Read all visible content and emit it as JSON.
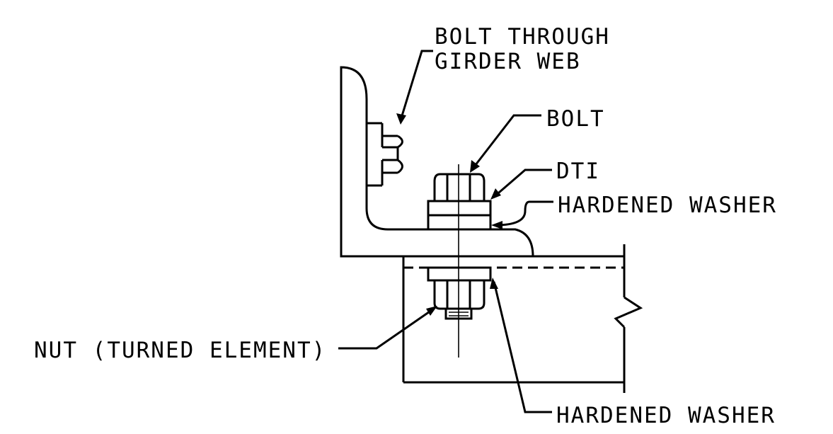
{
  "labels": {
    "bolt_through_line1": "BOLT THROUGH",
    "bolt_through_line2": "GIRDER WEB",
    "bolt": "BOLT",
    "dti": "DTI",
    "hardened_washer_top": "HARDENED WASHER",
    "nut": "NUT (TURNED ELEMENT)",
    "hardened_washer_bottom": "HARDENED WASHER"
  }
}
